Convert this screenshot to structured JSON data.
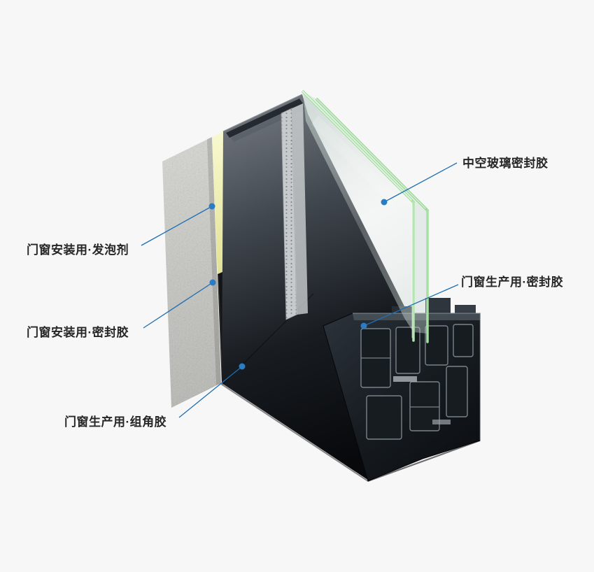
{
  "diagram": {
    "labels": [
      {
        "id": "insulating-glass-sealant",
        "text": "中空玻璃密封胶"
      },
      {
        "id": "install-foaming-agent",
        "text": "门窗安装用·发泡剂"
      },
      {
        "id": "production-sealant",
        "text": "门窗生产用·密封胶"
      },
      {
        "id": "install-sealant",
        "text": "门窗安装用·密封胶"
      },
      {
        "id": "production-corner-adhesive",
        "text": "门窗生产用·组角胶"
      }
    ],
    "colors": {
      "background": "#f7f7f7",
      "label_text": "#262626",
      "leader_line": "#1f6fb2",
      "dot_color": "#2b7cc2",
      "concrete": "#c9c9c7",
      "foam": "#efefa8",
      "sealant_strip": "#151515",
      "frame_dark": "#1a1e23",
      "glass_edge": "#a6e0a2"
    }
  }
}
